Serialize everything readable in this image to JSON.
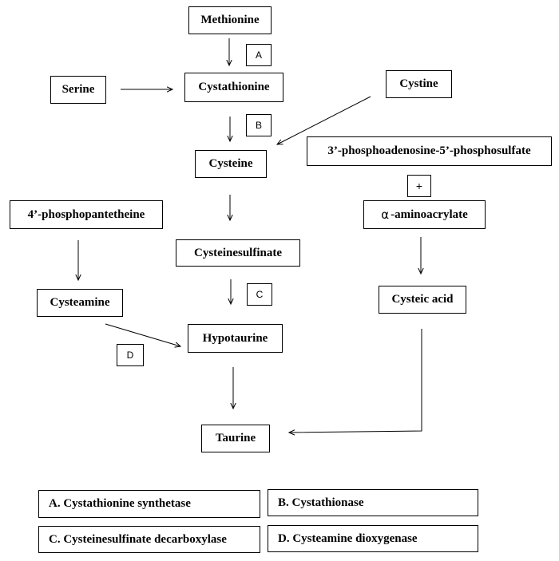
{
  "compounds": {
    "methionine": "Methionine",
    "serine": "Serine",
    "cystathionine": "Cystathionine",
    "cystine": "Cystine",
    "cysteine": "Cysteine",
    "paps": "3’-phosphoadenosine-5’-phosphosulfate",
    "phosphopantetheine": "4’-phosphopantetheine",
    "aminoacrylate_symbol": "α",
    "aminoacrylate": "-aminoacrylate",
    "cysteinesulfinate": "Cysteinesulfinate",
    "cysteamine": "Cysteamine",
    "cysteic_acid": "Cysteic acid",
    "hypotaurine": "Hypotaurine",
    "taurine": "Taurine"
  },
  "enzyme_markers": {
    "a": "A",
    "b": "B",
    "c": "C",
    "d": "D"
  },
  "plus_sign": "+",
  "legend": {
    "a": "A.  Cystathionine synthetase",
    "b": "B.  Cystathionase",
    "c": "C.  Cysteinesulfinate decarboxylase",
    "d": "D.  Cysteamine dioxygenase"
  }
}
